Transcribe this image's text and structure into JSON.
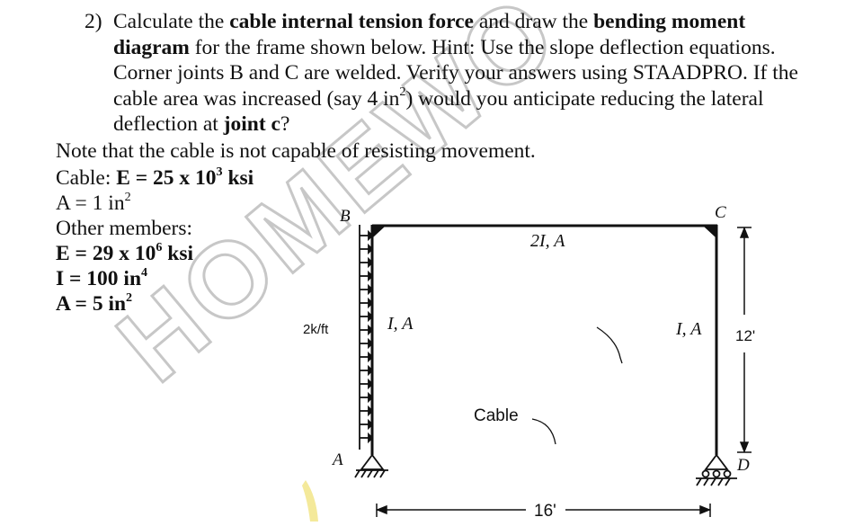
{
  "problem": {
    "number": "2)",
    "t1": "Calculate the ",
    "b1": "cable internal tension force",
    "t2": " and draw the ",
    "b2": "bending moment diagram",
    "t3": " for the frame shown below. Hint: Use the slope deflection equations. Corner joints B and C are welded. Verify your answers using STAADPRO. If the cable area was increased (say 4 in",
    "t3sup": "2",
    "t4": ") would you anticipate reducing the lateral deflection at ",
    "b3": "joint c",
    "t5": "?"
  },
  "note": "Note that the cable is not capable of resisting movement.",
  "cable": {
    "label": "Cable: ",
    "E": "E = 25 x 10",
    "E_exp": "3",
    "E_unit": " ksi",
    "A": "A = 1 in",
    "A_exp": "2"
  },
  "other": {
    "label": "Other members:",
    "E": "E = 29 x 10",
    "E_exp": "6",
    "E_unit": " ksi",
    "I": "I = 100 in",
    "I_exp": "4",
    "A": "A = 5 in",
    "A_exp": "2"
  },
  "figure": {
    "label_B": "B",
    "label_C": "C",
    "label_A": "A",
    "label_D": "D",
    "beam": "2I, A",
    "left_col": "I, A",
    "right_col": "I, A",
    "load": "2k/ft",
    "cable": "Cable",
    "height": "12'",
    "span": "16'"
  },
  "watermark": "HOMEWORK"
}
